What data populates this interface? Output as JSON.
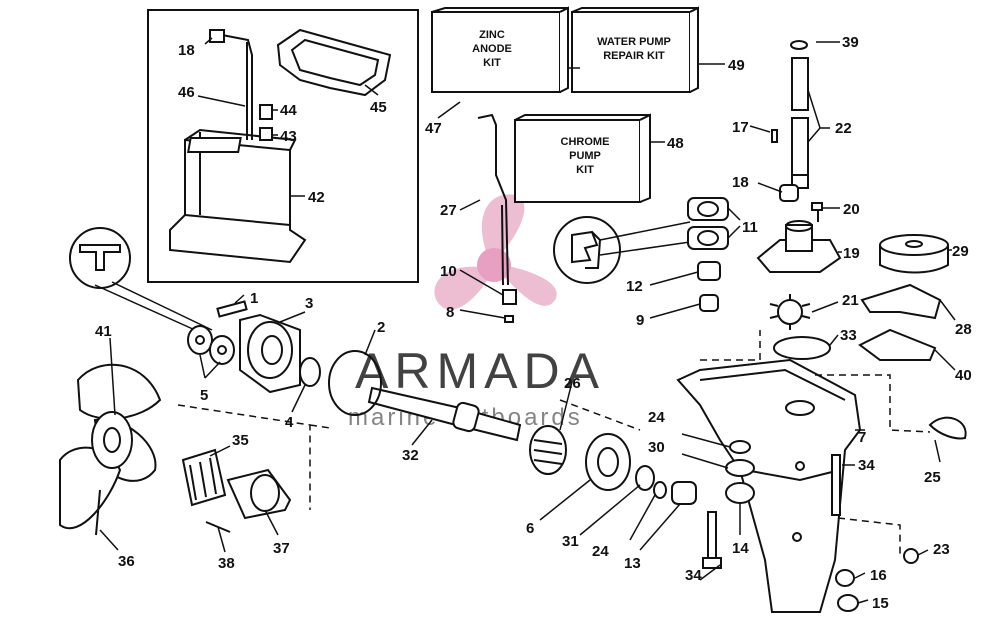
{
  "kits": [
    {
      "lines": [
        "ZINC",
        "ANODE",
        "KIT"
      ]
    },
    {
      "lines": [
        "WATER PUMP",
        "REPAIR KIT"
      ]
    },
    {
      "lines": [
        "CHROME",
        "PUMP",
        "KIT"
      ]
    }
  ],
  "callouts": [
    "1",
    "2",
    "3",
    "4",
    "5",
    "6",
    "7",
    "8",
    "9",
    "10",
    "11",
    "12",
    "13",
    "14",
    "15",
    "16",
    "17",
    "18",
    "19",
    "20",
    "21",
    "22",
    "23",
    "24",
    "25",
    "26",
    "27",
    "28",
    "29",
    "30",
    "31",
    "32",
    "33",
    "34",
    "35",
    "36",
    "37",
    "38",
    "39",
    "40",
    "41",
    "42",
    "43",
    "44",
    "45",
    "46",
    "47",
    "48",
    "49"
  ],
  "watermark": {
    "brand": "ARMADA",
    "tagline": "marine outboards",
    "colors": {
      "propeller": "#e8a9c4",
      "hub": "#e07fae",
      "text": "#222222"
    }
  },
  "colors": {
    "line": "#111111",
    "background": "#ffffff"
  }
}
